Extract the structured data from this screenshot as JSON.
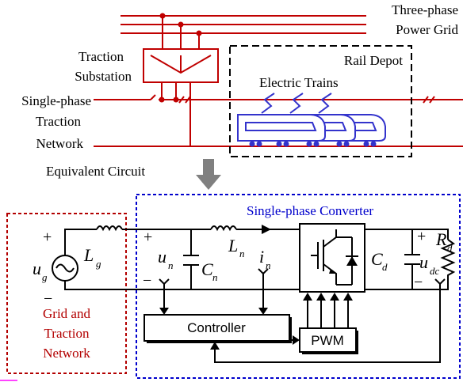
{
  "top": {
    "grid_label_1": "Three-phase",
    "grid_label_2": "Power Grid",
    "substation_label_1": "Traction",
    "substation_label_2": "Substation",
    "network_label_1": "Single-phase",
    "network_label_2": "Traction",
    "network_label_3": "Network",
    "depot_label": "Rail Depot",
    "trains_label": "Electric Trains",
    "equivalent_label": "Equivalent Circuit"
  },
  "bottom": {
    "converter_label": "Single-phase Converter",
    "grid_network_1": "Grid and",
    "grid_network_2": "Traction",
    "grid_network_3": "Network",
    "controller_label": "Controller",
    "pwm_label": "PWM",
    "ug_main": "u",
    "ug_sub": "g",
    "lg_main": "L",
    "lg_sub": "g",
    "un_main": "u",
    "un_sub": "n",
    "cn_main": "C",
    "cn_sub": "n",
    "ln_main": "L",
    "ln_sub": "n",
    "in_main": "i",
    "in_sub": "n",
    "cd_main": "C",
    "cd_sub": "d",
    "udc_main": "u",
    "udc_sub": "dc",
    "rd_main": "R",
    "rd_sub": "d",
    "plus": "+",
    "minus": "−"
  },
  "colors": {
    "red_lines": "#c00000",
    "train_blue": "#3333cc",
    "grid_box": "#b30000",
    "converter_box": "#0000cc",
    "arrow_gray": "#808080"
  }
}
